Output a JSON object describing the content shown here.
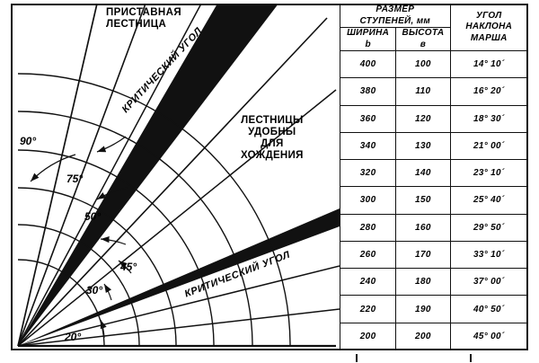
{
  "diagram": {
    "labels": {
      "portable_ladder": "ПРИСТАВНАЯ\nЛЕСТНИЦА",
      "comfortable": "ЛЕСТНИЦЫ\nУДОБНЫ\nДЛЯ\nХОЖДЕНИЯ",
      "critical_angle_top": "КРИТИЧЕСКИЙ УГОЛ",
      "critical_angle_bottom": "КРИТИЧЕСКИЙ УГОЛ"
    },
    "angle_marks": [
      "90°",
      "75°",
      "50°",
      "45°",
      "30°",
      "20°"
    ]
  },
  "table": {
    "header": {
      "group_size": "РАЗМЕР\nСТУПЕНЕЙ, мм",
      "col_width": "ШИРИНА",
      "col_width_sym": "b",
      "col_height": "ВЫСОТА",
      "col_height_sym": "в",
      "col_angle": "УГОЛ\nНАКЛОНА\nМАРША"
    },
    "rows": [
      {
        "b": "400",
        "h": "100",
        "angle": "14° 10´"
      },
      {
        "b": "380",
        "h": "110",
        "angle": "16° 20´"
      },
      {
        "b": "360",
        "h": "120",
        "angle": "18° 30´"
      },
      {
        "b": "340",
        "h": "130",
        "angle": "21° 00´"
      },
      {
        "b": "320",
        "h": "140",
        "angle": "23° 10´"
      },
      {
        "b": "300",
        "h": "150",
        "angle": "25° 40´"
      },
      {
        "b": "280",
        "h": "160",
        "angle": "29° 50´"
      },
      {
        "b": "260",
        "h": "170",
        "angle": "33° 10´"
      },
      {
        "b": "240",
        "h": "180",
        "angle": "37° 00´"
      },
      {
        "b": "220",
        "h": "190",
        "angle": "40° 50´"
      },
      {
        "b": "200",
        "h": "200",
        "angle": "45° 00´"
      }
    ]
  },
  "colors": {
    "ink": "#111111",
    "paper": "#ffffff"
  }
}
